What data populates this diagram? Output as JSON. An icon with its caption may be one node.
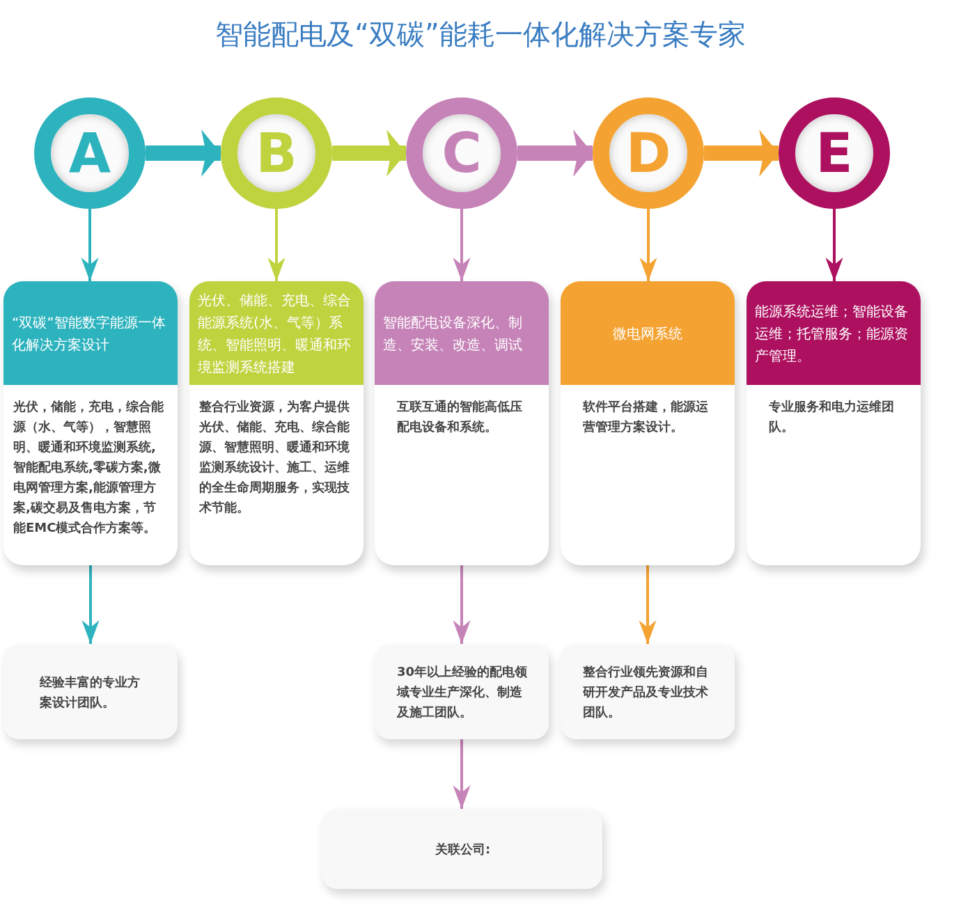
{
  "diagram": {
    "title": "智能配电及“双碳”能耗一体化解决方案专家",
    "nodes": [
      {
        "text": [
          "A"
        ]
      },
      {
        "text": [
          "B"
        ]
      },
      {
        "text": [
          "C"
        ]
      },
      {
        "text": [
          "D"
        ]
      },
      {
        "text": [
          "E"
        ]
      },
      {
        "text": [
          "“双碳”智能数字能源一体化解决方案设计",
          "光伏，储能，充电，综合能源（水、气等），智慧照明、暖通和环境监测系统,智能配电系统,零碳方案,微电网管理方案,能源管理方案,碳交易及售电方案，节能EMC模式合作方案等。"
        ]
      },
      {
        "text": [
          "光伏、储能、充电、综合能源系统(水、气等）系统、智能照明、暖通和环境监测系统搭建",
          "整合行业资源，为客户提供光伏、储能、充电、综合能源、智慧照明、暖通和环境监测系统设计、施工、运维的全生命周期服务，实现技术节能。"
        ]
      },
      {
        "text": [
          "智能配电设备深化、制造、安装、改造、调试",
          "互联互通的智能高低压配电设备和系统。"
        ]
      },
      {
        "text": [
          "微电网系统",
          "软件平台搭建，能源运营管理方案设计。"
        ]
      },
      {
        "text": [
          "能源系统运维；智能设备运维；托管服务；能源资产管理。",
          "专业服务和电力运维团队。"
        ]
      },
      {
        "text": [
          "经验丰富的专业方案设计团队。"
        ]
      },
      {
        "text": [
          "30年以上经验的配电领域专业生产深化、制造及施工团队。"
        ]
      },
      {
        "text": [
          "整合行业领先资源和自研开发产品及专业技术团队。"
        ]
      },
      {
        "text": [
          "关联公司:"
        ]
      }
    ],
    "edges": [
      {
        "from": 0,
        "to": 1,
        "arrow": "to",
        "style": "thick",
        "color": "#2db3be"
      },
      {
        "from": 1,
        "to": 2,
        "arrow": "to",
        "style": "thick",
        "color": "#bfd33f"
      },
      {
        "from": 2,
        "to": 3,
        "arrow": "to",
        "style": "thick",
        "color": "#c683b8"
      },
      {
        "from": 3,
        "to": 4,
        "arrow": "to",
        "style": "thick",
        "color": "#f4a332"
      },
      {
        "from": 0,
        "to": 5,
        "arrow": "to",
        "color": "#2db3be"
      },
      {
        "from": 1,
        "to": 6,
        "arrow": "to",
        "color": "#bfd33f"
      },
      {
        "from": 2,
        "to": 7,
        "arrow": "to",
        "color": "#c683b8"
      },
      {
        "from": 3,
        "to": 8,
        "arrow": "to",
        "color": "#f4a332"
      },
      {
        "from": 4,
        "to": 9,
        "arrow": "to",
        "color": "#ad105f"
      },
      {
        "from": 5,
        "to": 10,
        "arrow": "to",
        "color": "#2db3be"
      },
      {
        "from": 7,
        "to": 11,
        "arrow": "to",
        "color": "#c683b8"
      },
      {
        "from": 8,
        "to": 12,
        "arrow": "to",
        "color": "#f4a332"
      },
      {
        "from": 11,
        "to": 13,
        "arrow": "to",
        "color": "#c683b8"
      }
    ]
  }
}
